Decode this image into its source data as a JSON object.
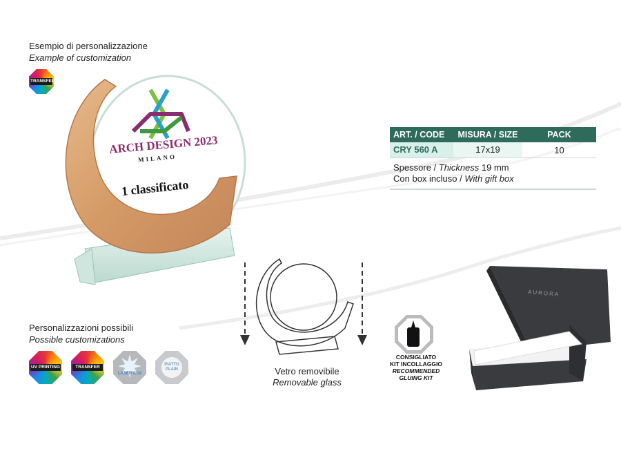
{
  "example": {
    "title_it": "Esempio di personalizzazione",
    "title_en": "Example of customization",
    "badge": "TRANSFER"
  },
  "trophy": {
    "line1": "ARCH DESIGN 2023",
    "line2": "MILANO",
    "line3": "1 classificato",
    "colors": {
      "arch": "#8a2d6e",
      "year": "#3e9a3c",
      "logo_green": "#7cc142",
      "logo_blue": "#2aa0c8",
      "logo_purple": "#8a2d6e"
    }
  },
  "spec_table": {
    "headers": [
      "ART. / CODE",
      "MISURA / SIZE",
      "PACK"
    ],
    "rows": [
      [
        "CRY 560 A",
        "17x19",
        "10"
      ]
    ],
    "thickness_it": "Spessore / ",
    "thickness_en": "Thickness",
    "thickness_value": " 19 mm",
    "box_it": "Con box incluso / ",
    "box_en": "With gift box"
  },
  "glass": {
    "label_it": "Vetro removibile",
    "label_en": "Removable glass"
  },
  "gluing": {
    "line1": "CONSIGLIATO",
    "line2": "KIT INCOLLAGGIO",
    "line3": "RECOMMENDED",
    "line4": "GLUING KIT"
  },
  "gift_box": {
    "brand": "AURORA"
  },
  "customizations": {
    "title_it": "Personalizzazioni possibili",
    "title_en": "Possible customizations",
    "badges": [
      "UV PRINTING",
      "TRANSFER",
      "LASER CO2",
      "PIATTO PLAIN"
    ]
  },
  "colors": {
    "table_header": "#2e6b5a",
    "code_cell": "#d8f0e9",
    "size_cell": "#e9f6f2"
  }
}
